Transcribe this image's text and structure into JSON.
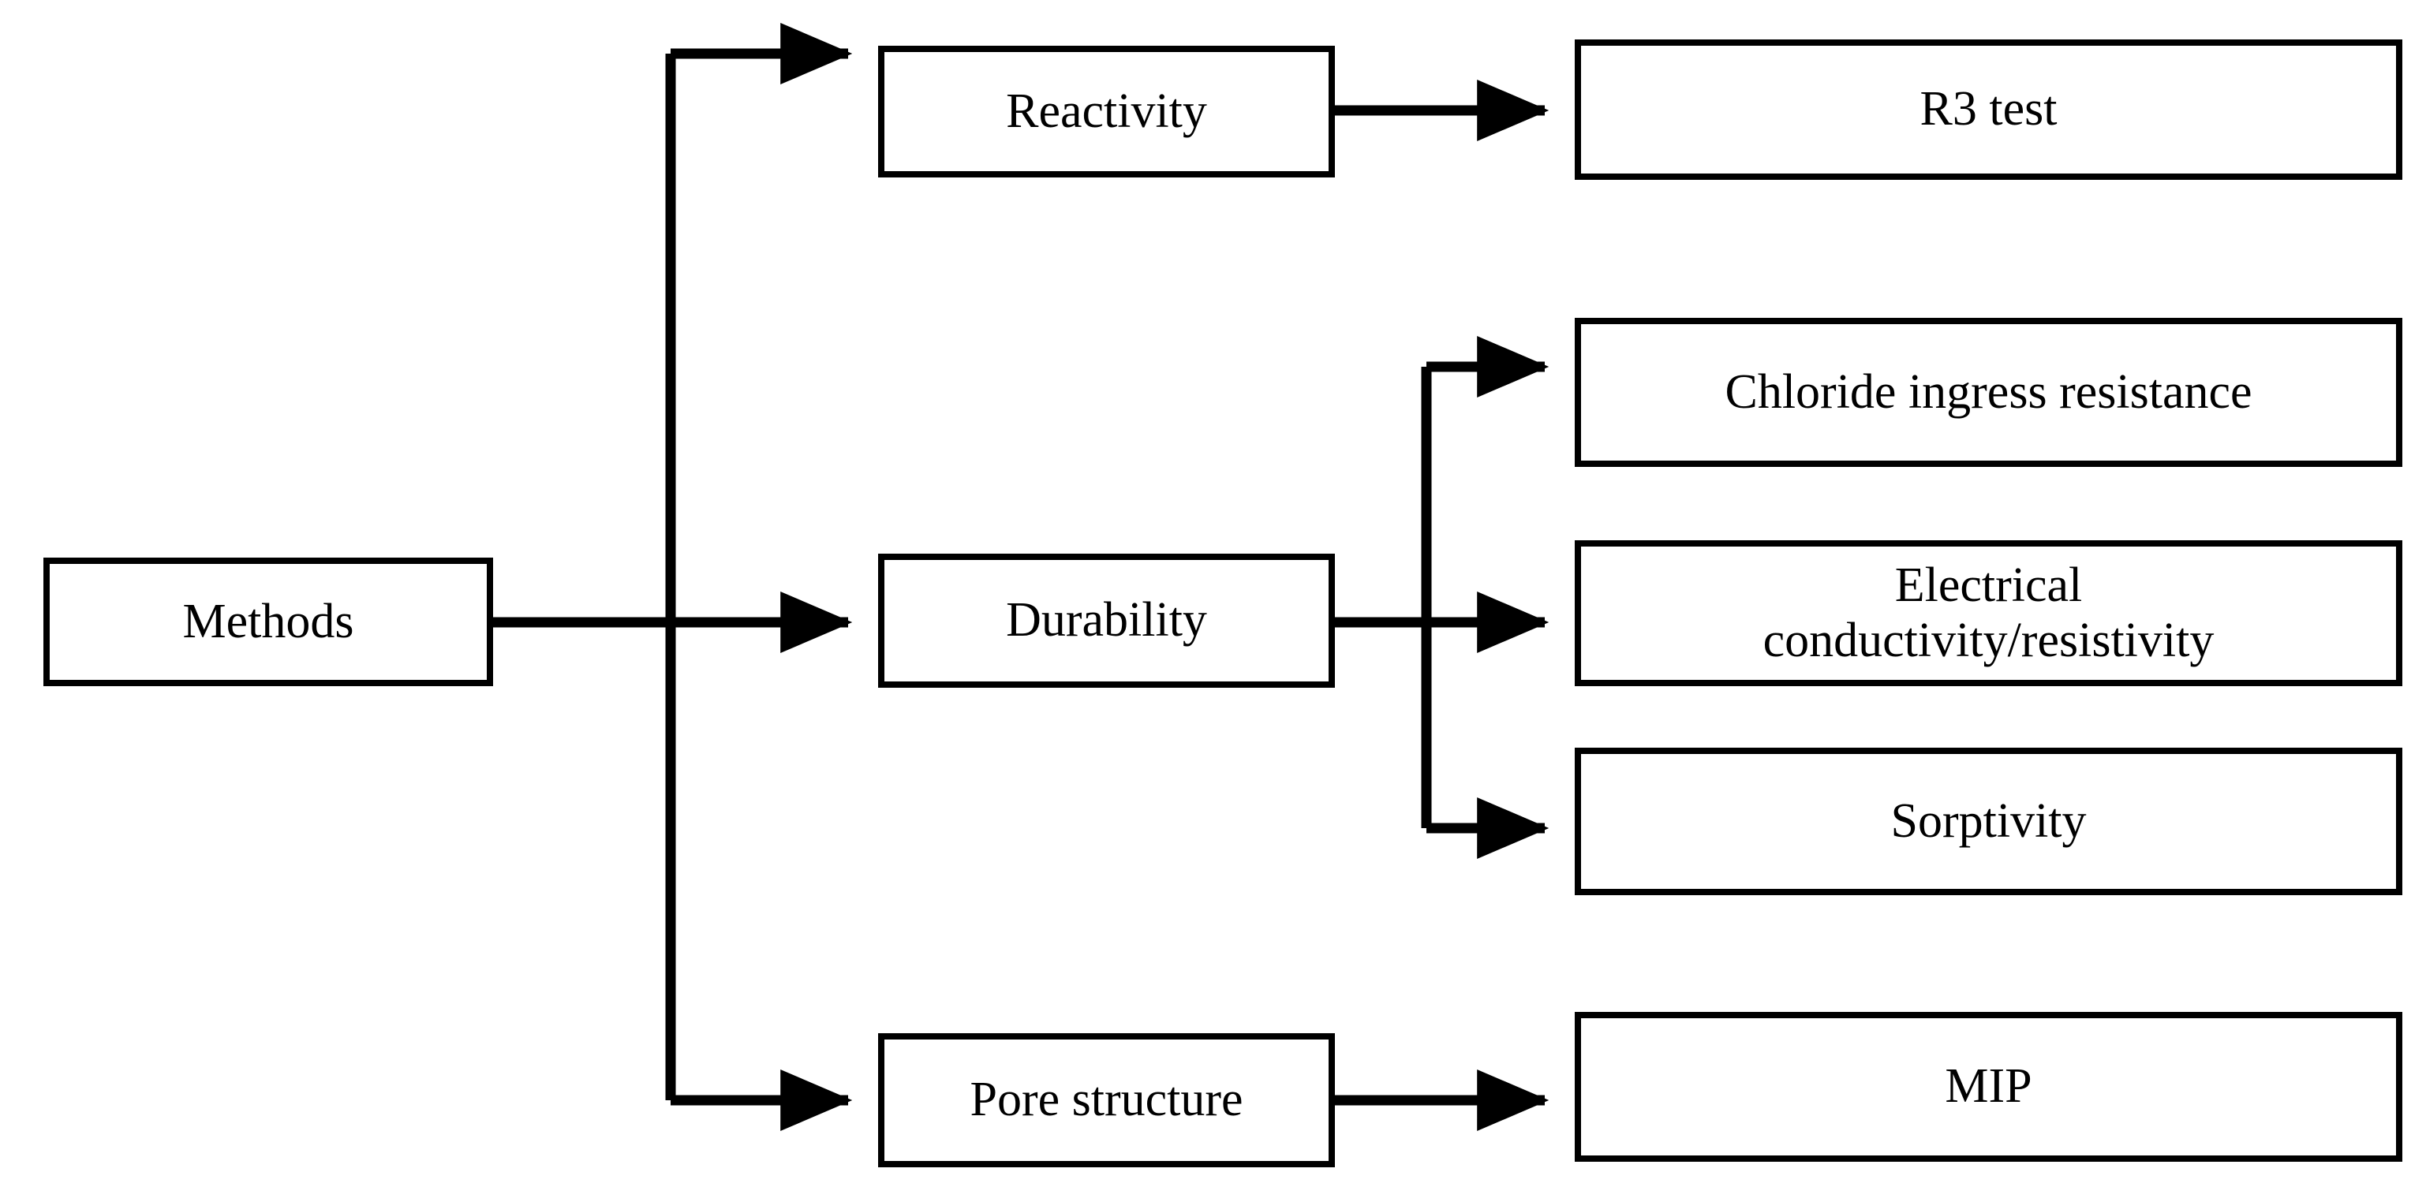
{
  "diagram": {
    "type": "flowchart",
    "orientation": "left-to-right",
    "title": "Methods",
    "background_color": "#ffffff",
    "line_color": "#000000",
    "box_fill_color": "#ffffff",
    "box_border_color": "#000000"
  },
  "nodes": {
    "root": {
      "id": "methods",
      "label": "Methods",
      "column": 1
    },
    "categories": [
      {
        "id": "reactivity",
        "label": "Reactivity",
        "column": 2
      },
      {
        "id": "durability",
        "label": "Durability",
        "column": 2
      },
      {
        "id": "pore_structure",
        "label": "Pore structure",
        "column": 2
      }
    ],
    "tests": [
      {
        "id": "r3_test",
        "label": "R3 test",
        "column": 3
      },
      {
        "id": "chloride",
        "label": "Chloride ingress resistance",
        "column": 3
      },
      {
        "id": "electrical",
        "label": "Electrical\nconductivity/resistivity",
        "column": 3
      },
      {
        "id": "sorptivity",
        "label": "Sorptivity",
        "column": 3
      },
      {
        "id": "mip",
        "label": "MIP",
        "column": 3
      }
    ]
  },
  "edges": [
    {
      "from": "methods",
      "to": "reactivity"
    },
    {
      "from": "methods",
      "to": "durability"
    },
    {
      "from": "methods",
      "to": "pore_structure"
    },
    {
      "from": "reactivity",
      "to": "r3_test"
    },
    {
      "from": "durability",
      "to": "chloride"
    },
    {
      "from": "durability",
      "to": "electrical"
    },
    {
      "from": "durability",
      "to": "sorptivity"
    },
    {
      "from": "pore_structure",
      "to": "mip"
    }
  ]
}
